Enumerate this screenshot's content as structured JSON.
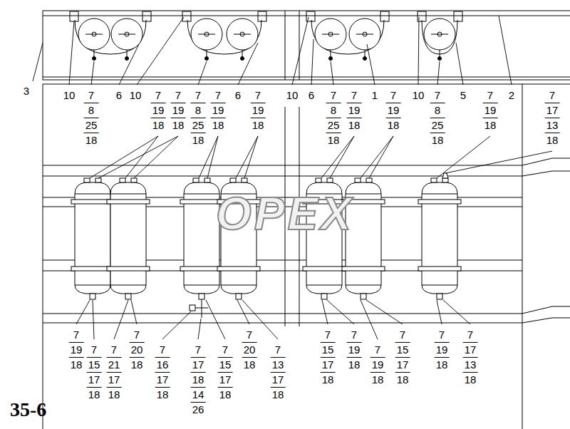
{
  "diagram": {
    "title": "35-6",
    "labels": [
      "3",
      "10",
      "7",
      "8",
      "25",
      "18",
      "6",
      "10",
      "7",
      "19",
      "18",
      "7",
      "19",
      "18",
      "7",
      "8",
      "25",
      "18",
      "7",
      "19",
      "18",
      "6",
      "7",
      "19",
      "18",
      "10",
      "6",
      "7",
      "8",
      "25",
      "18",
      "7",
      "19",
      "18",
      "1",
      "7",
      "19",
      "18",
      "10",
      "7",
      "8",
      "25",
      "18",
      "5",
      "7",
      "19",
      "18",
      "2",
      "7",
      "17",
      "13",
      "18",
      "OPEX",
      "7",
      "19",
      "18",
      "7",
      "15",
      "17",
      "18",
      "7",
      "21",
      "17",
      "18",
      "7",
      "20",
      "18",
      "7",
      "16",
      "17",
      "18",
      "7",
      "17",
      "18",
      "14",
      "26",
      "7",
      "15",
      "17",
      "18",
      "7",
      "20",
      "18",
      "7",
      "13",
      "17",
      "18",
      "7",
      "15",
      "17",
      "18",
      "7",
      "19",
      "18",
      "7",
      "19",
      "18",
      "7",
      "15",
      "17",
      "18",
      "7",
      "19",
      "18",
      "7",
      "17",
      "13",
      "18"
    ]
  }
}
